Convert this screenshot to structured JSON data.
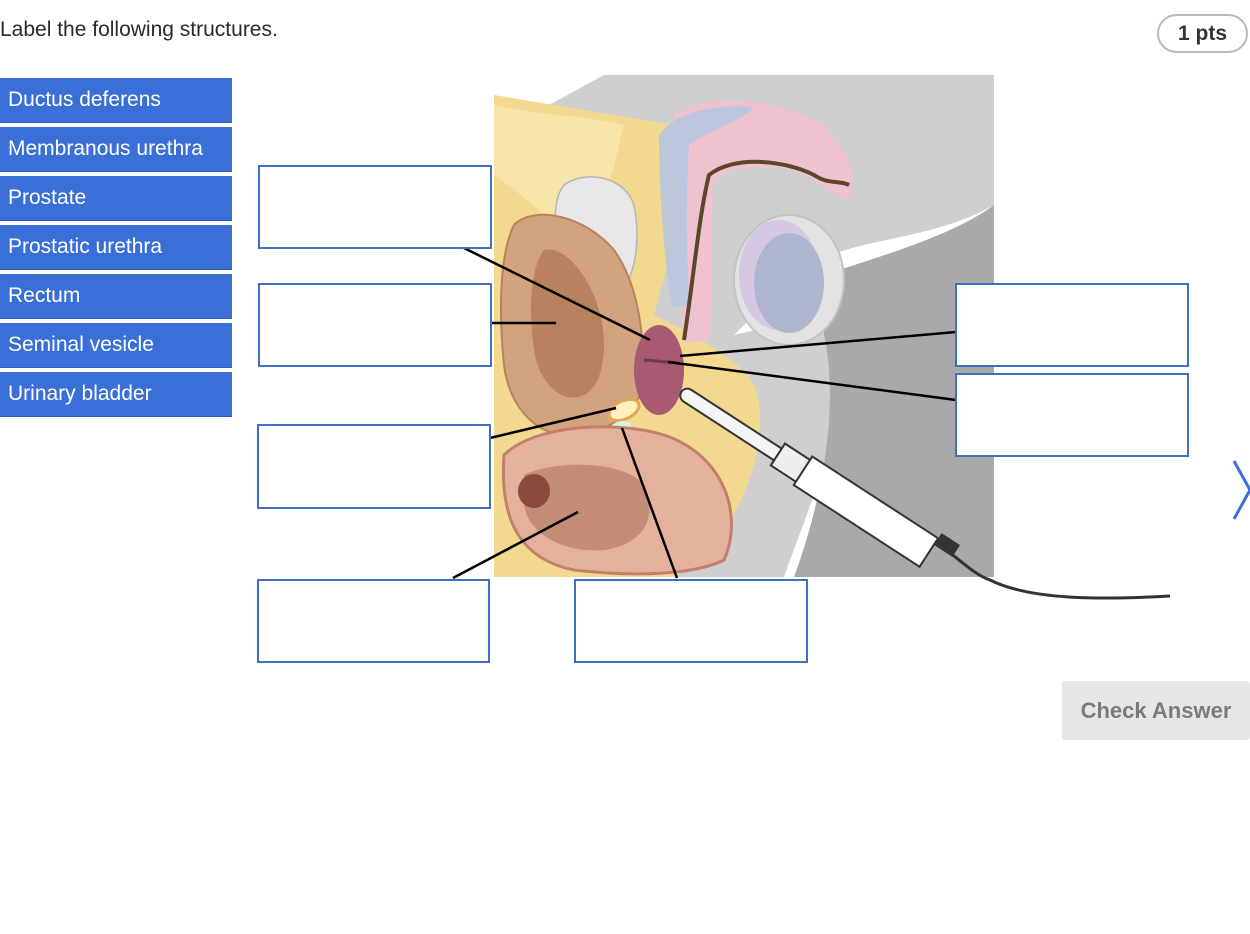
{
  "prompt": "Label the following structures.",
  "points": "1 pts",
  "labels": [
    "Ductus deferens",
    "Membranous urethra",
    "Prostate",
    "Prostatic urethra",
    "Rectum",
    "Seminal vesicle",
    "Urinary bladder"
  ],
  "check_button": "Check Answer",
  "colors": {
    "chip": "#3a6fd8",
    "drop_border": "#3f6fc2",
    "button_bg": "#e6e6e6"
  },
  "icons": {
    "next": "chevron-right-icon"
  }
}
